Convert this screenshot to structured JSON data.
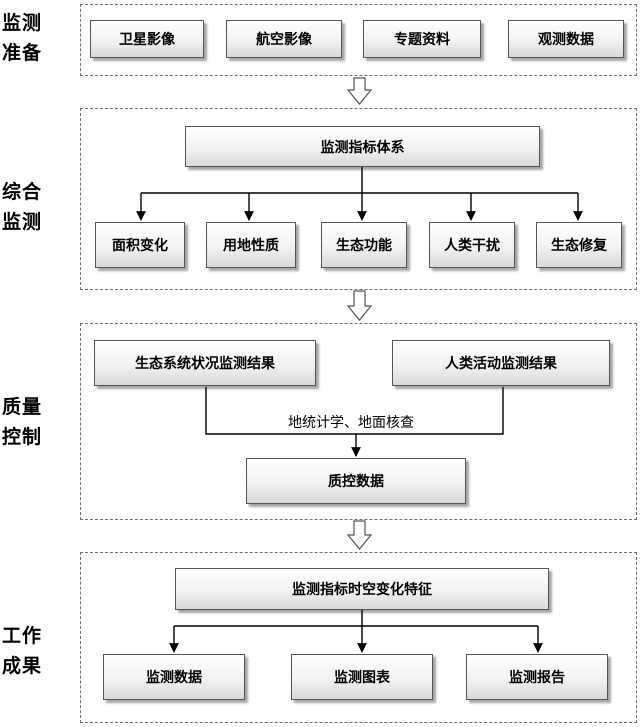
{
  "stages": [
    {
      "label": "监测\n准备",
      "nodes": [
        "卫星影像",
        "航空影像",
        "专题资料",
        "观测数据"
      ]
    },
    {
      "label": "综合\n监测",
      "root": "监测指标体系",
      "nodes": [
        "面积变化",
        "用地性质",
        "生态功能",
        "人类干扰",
        "生态修复"
      ]
    },
    {
      "label": "质量\n控制",
      "inputs": [
        "生态系统状况监测结果",
        "人类活动监测结果"
      ],
      "method": "地统计学、地面核查",
      "output": "质控数据"
    },
    {
      "label": "工作\n成果",
      "root": "监测指标时空变化特征",
      "nodes": [
        "监测数据",
        "监测图表",
        "监测报告"
      ]
    }
  ]
}
